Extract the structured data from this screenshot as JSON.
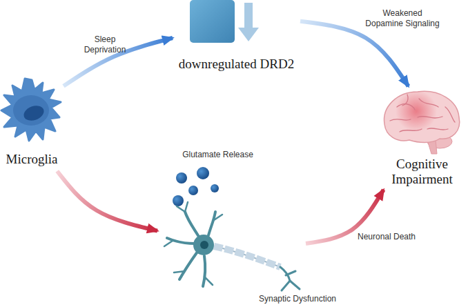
{
  "diagram": {
    "nodes": [
      {
        "text": [
          "Microglia"
        ]
      },
      {
        "text": [
          "downregulated DRD2"
        ]
      },
      {
        "text": [
          "Cognitive Impairment"
        ]
      },
      {
        "text": [
          "Glutamate Release",
          "Synaptic Dysfunction"
        ]
      }
    ],
    "edges": [
      {
        "from": 0,
        "to": 1,
        "arrow": "to",
        "label": "Sleep Deprivation"
      },
      {
        "from": 1,
        "to": 2,
        "arrow": "to",
        "label": "Weakened Dopamine Signaling"
      },
      {
        "from": 0,
        "to": 3,
        "arrow": "to"
      },
      {
        "from": 3,
        "to": 2,
        "arrow": "to",
        "label": "Neuronal Death"
      }
    ]
  }
}
